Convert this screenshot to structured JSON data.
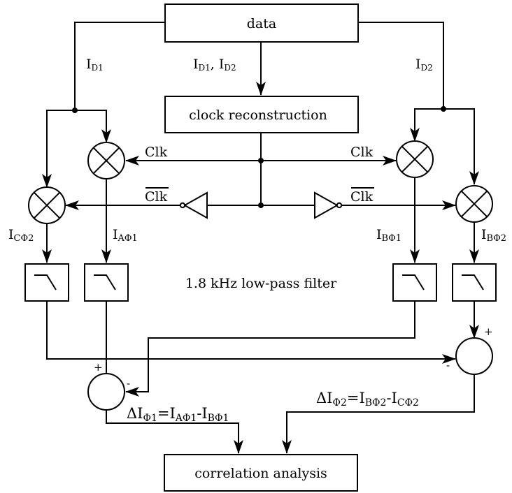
{
  "blocks": {
    "data": "data",
    "clock": "clock reconstruction",
    "correlation": "correlation analysis"
  },
  "filter_caption": "1.8 kHz low-pass filter",
  "signals": {
    "data_left": {
      "main": "I",
      "sub": "D1"
    },
    "data_mid_a": {
      "main": "I",
      "sub": "D1"
    },
    "data_mid_sep": ", ",
    "data_mid_b": {
      "main": "I",
      "sub": "D2"
    },
    "data_right": {
      "main": "I",
      "sub": "D2"
    },
    "c_phi2": {
      "main": "I",
      "sub": "CΦ2"
    },
    "a_phi1": {
      "main": "I",
      "sub": "AΦ1"
    },
    "b_phi1": {
      "main": "I",
      "sub": "BΦ1"
    },
    "b_phi2": {
      "main": "I",
      "sub": "BΦ2"
    }
  },
  "clock": {
    "clk": "Clk",
    "clk_bar": "Clk"
  },
  "signs": {
    "plus": "+",
    "minus": "-"
  },
  "equations": {
    "phi1": {
      "lhs": "ΔI",
      "lhs_sub": "Φ1",
      "eq": "=I",
      "t1_sub": "AΦ1",
      "dash": "-I",
      "t2_sub": "BΦ1"
    },
    "phi2": {
      "lhs": "ΔI",
      "lhs_sub": "Φ2",
      "eq": "=I",
      "t1_sub": "BΦ2",
      "dash": "-I",
      "t2_sub": "CΦ2"
    }
  }
}
